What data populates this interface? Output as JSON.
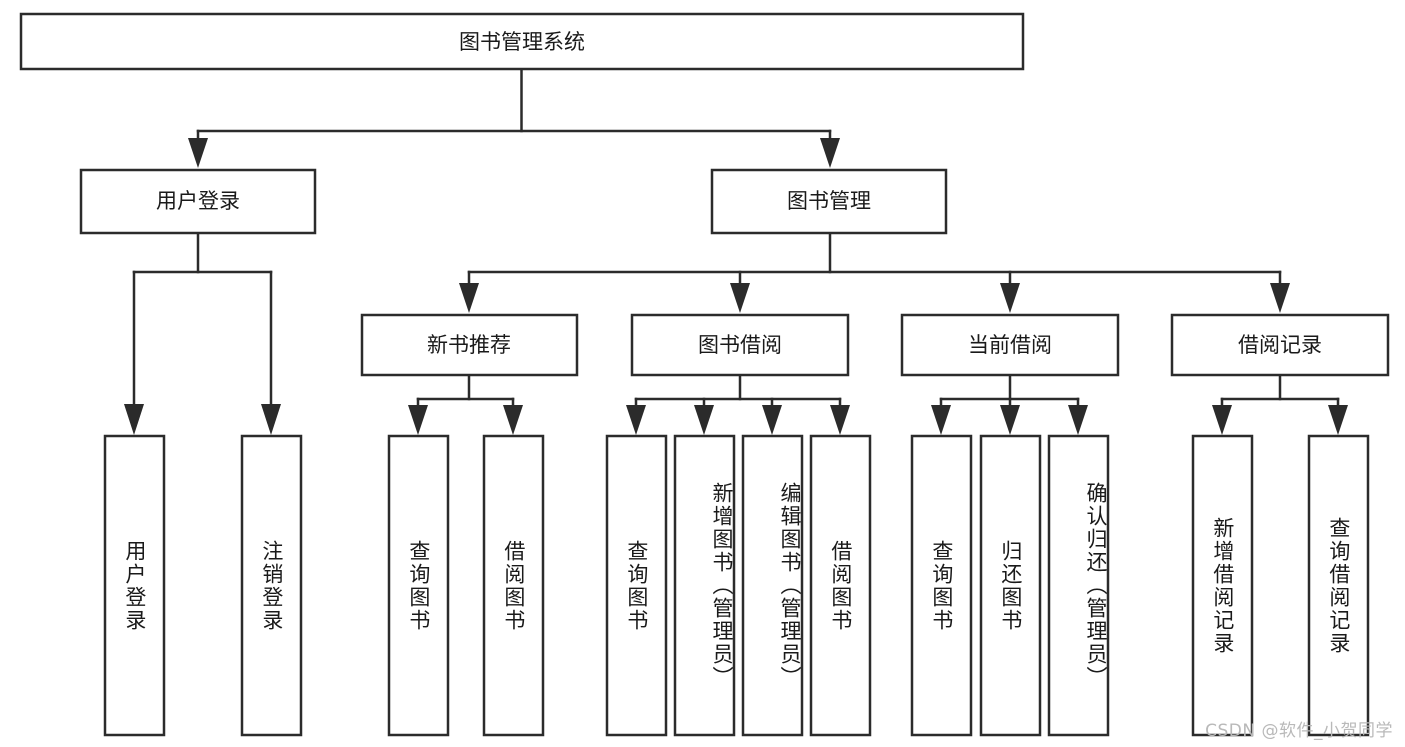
{
  "diagram": {
    "type": "tree-hierarchy-chart",
    "title": "图书管理系统",
    "orientation": "top-down",
    "colors": {
      "box_fill": "#ffffff",
      "box_stroke": "#2b2b2b",
      "text": "#1a1a1a",
      "background": "#ffffff",
      "watermark": "#b9b9b9"
    },
    "root": {
      "label": "图书管理系统"
    },
    "level2": [
      {
        "label": "用户登录"
      },
      {
        "label": "图书管理"
      }
    ],
    "level3": [
      {
        "label": "新书推荐"
      },
      {
        "label": "图书借阅"
      },
      {
        "label": "当前借阅"
      },
      {
        "label": "借阅记录"
      }
    ],
    "leaves": {
      "user_login": [
        {
          "label": "用户登录"
        },
        {
          "label": "注销登录"
        }
      ],
      "new_book_recommend": [
        {
          "label": "查询图书"
        },
        {
          "label": "借阅图书"
        }
      ],
      "book_borrow": [
        {
          "label": "查询图书"
        },
        {
          "label": "新增图书（管理员）"
        },
        {
          "label": "编辑图书（管理员）"
        },
        {
          "label": "借阅图书"
        }
      ],
      "current_borrow": [
        {
          "label": "查询图书"
        },
        {
          "label": "归还图书"
        },
        {
          "label": "确认归还（管理员）"
        }
      ],
      "borrow_record": [
        {
          "label": "新增借阅记录"
        },
        {
          "label": "查询借阅记录"
        }
      ]
    }
  },
  "watermark": {
    "text": "CSDN @软件_小贺同学"
  }
}
